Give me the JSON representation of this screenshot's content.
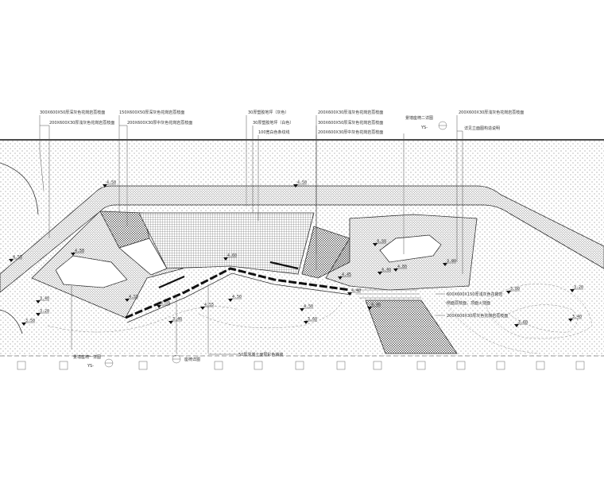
{
  "callouts_top": [
    {
      "id": "c1",
      "lines": [
        "300X600X50厚深灰色花岗岩荔枝面",
        "200X600X30厚浅灰色花岗岩荔枝面"
      ]
    },
    {
      "id": "c2",
      "lines": [
        "150X600X50厚深灰色花岗岩荔枝面",
        "200X600X30厚中灰色花岗岩荔枝面"
      ]
    },
    {
      "id": "c3",
      "lines": [
        "30厚塑胶地坪（灰色）",
        "30厚塑胶地坪（白色）",
        "100宽白色条纹线"
      ]
    },
    {
      "id": "c4",
      "lines": [
        "200X600X30厚浅灰色花岗岩荔枝面",
        "300X600X50厚深灰色花岗岩荔枝面",
        "200X600X30厚中灰色花岗岩荔枝面"
      ]
    },
    {
      "id": "c5",
      "lines": [
        "景墙座椅二详图",
        "YS-"
      ]
    },
    {
      "id": "c6",
      "lines": [
        "200X600X30厚浅灰色花岗岩荔枝面",
        "详见立面图构造说明"
      ]
    }
  ],
  "callouts_right": [
    {
      "id": "r1",
      "lines": [
        "600X600X150厚浅灰色花岗岩",
        "侧面荔枝面，顶面火烧面"
      ]
    },
    {
      "id": "r2",
      "lines": [
        "200X600X30厚灰色花岗岩荔枝面"
      ]
    }
  ],
  "callouts_bottom": [
    {
      "id": "b1",
      "lines": [
        "景墙座椅一详图",
        "YS-"
      ]
    },
    {
      "id": "b2",
      "lines": [
        "座椅详图"
      ]
    },
    {
      "id": "b3",
      "lines": [
        "50厚混凝土面层彩色铺装"
      ]
    }
  ],
  "elevations": [
    "4.50",
    "4.50",
    "4.55",
    "4.50",
    "4.55",
    "4.60",
    "4.50",
    "4.55",
    "4.50",
    "4.50",
    "4.45",
    "4.40",
    "4.40",
    "4.50",
    "4.80",
    "3.20",
    "3.50",
    "3.40",
    "3.60",
    "3.80",
    "3.20",
    "3.60",
    "3.40",
    "3.40",
    "3.80",
    "4.40"
  ],
  "colors": {
    "line": "#333333",
    "dot": "#555555",
    "hatch": "#444444",
    "dark_strip": "#111111"
  }
}
